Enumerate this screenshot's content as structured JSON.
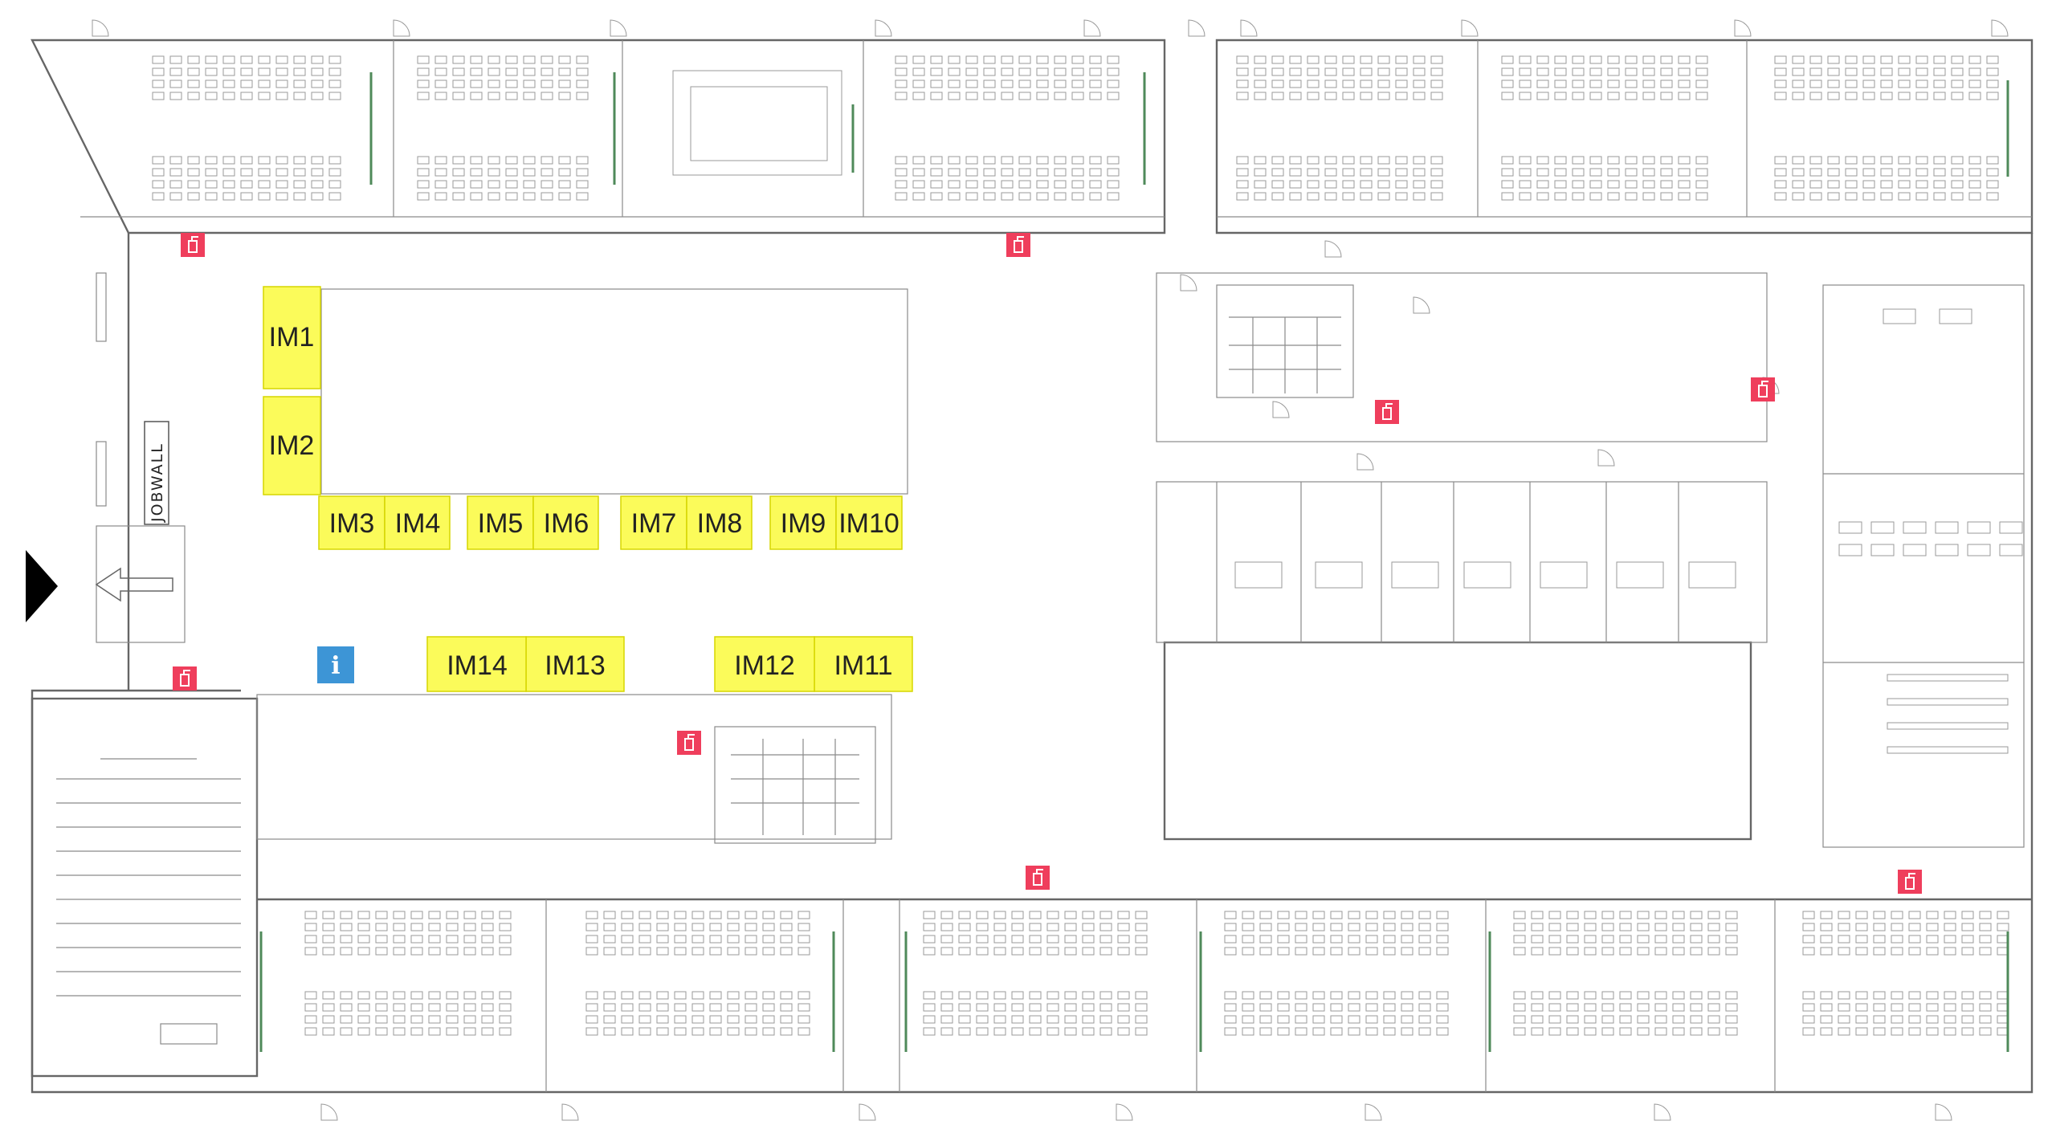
{
  "map": {
    "jobwall_label": "JOBWALL",
    "info_label": "i",
    "stands": [
      {
        "id": "im1",
        "label": "IM1"
      },
      {
        "id": "im2",
        "label": "IM2"
      },
      {
        "id": "im3",
        "label": "IM3"
      },
      {
        "id": "im4",
        "label": "IM4"
      },
      {
        "id": "im5",
        "label": "IM5"
      },
      {
        "id": "im6",
        "label": "IM6"
      },
      {
        "id": "im7",
        "label": "IM7"
      },
      {
        "id": "im8",
        "label": "IM8"
      },
      {
        "id": "im9",
        "label": "IM9"
      },
      {
        "id": "im10",
        "label": "IM10"
      },
      {
        "id": "im11",
        "label": "IM11"
      },
      {
        "id": "im12",
        "label": "IM12"
      },
      {
        "id": "im13",
        "label": "IM13"
      },
      {
        "id": "im14",
        "label": "IM14"
      }
    ],
    "colors": {
      "stand_fill": "#fbfb5a",
      "fire_extinguisher": "#ef3e5c",
      "info_point": "#3d95d6",
      "entrance_arrow": "#000000",
      "presentation_board": "#4f8a5a"
    },
    "icons": {
      "fire": "fire-extinguisher-icon",
      "info": "info-icon",
      "entrance": "entrance-arrow-icon"
    }
  }
}
